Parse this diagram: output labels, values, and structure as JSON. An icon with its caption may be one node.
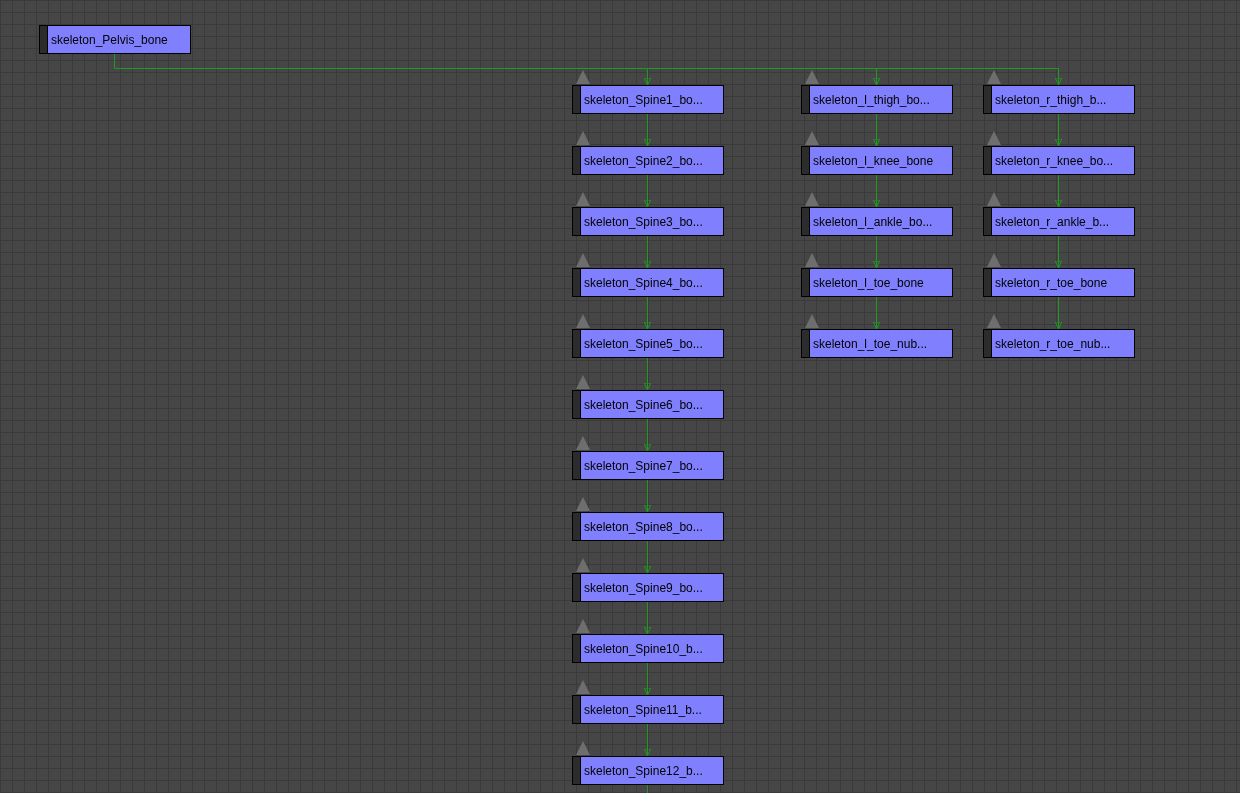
{
  "diagram": {
    "nodes": [
      {
        "text": [
          "skeleton_Pelvis_bone"
        ]
      },
      {
        "text": [
          "skeleton_Spine1_bo..."
        ]
      },
      {
        "text": [
          "skeleton_Spine2_bo..."
        ]
      },
      {
        "text": [
          "skeleton_Spine3_bo..."
        ]
      },
      {
        "text": [
          "skeleton_Spine4_bo..."
        ]
      },
      {
        "text": [
          "skeleton_Spine5_bo..."
        ]
      },
      {
        "text": [
          "skeleton_Spine6_bo..."
        ]
      },
      {
        "text": [
          "skeleton_Spine7_bo..."
        ]
      },
      {
        "text": [
          "skeleton_Spine8_bo..."
        ]
      },
      {
        "text": [
          "skeleton_Spine9_bo..."
        ]
      },
      {
        "text": [
          "skeleton_Spine10_b..."
        ]
      },
      {
        "text": [
          "skeleton_Spine11_b..."
        ]
      },
      {
        "text": [
          "skeleton_Spine12_b..."
        ]
      },
      {
        "text": [
          "skeleton_l_thigh_bo..."
        ]
      },
      {
        "text": [
          "skeleton_l_knee_bone"
        ]
      },
      {
        "text": [
          "skeleton_l_ankle_bo..."
        ]
      },
      {
        "text": [
          "skeleton_l_toe_bone"
        ]
      },
      {
        "text": [
          "skeleton_l_toe_nub..."
        ]
      },
      {
        "text": [
          "skeleton_r_thigh_b..."
        ]
      },
      {
        "text": [
          "skeleton_r_knee_bo..."
        ]
      },
      {
        "text": [
          "skeleton_r_ankle_b..."
        ]
      },
      {
        "text": [
          "skeleton_r_toe_bone"
        ]
      },
      {
        "text": [
          "skeleton_r_toe_nub..."
        ]
      }
    ],
    "edges": [
      {
        "from": 0,
        "to": 1,
        "arrow": "to"
      },
      {
        "from": 0,
        "to": 13,
        "arrow": "to"
      },
      {
        "from": 0,
        "to": 18,
        "arrow": "to"
      },
      {
        "from": 1,
        "to": 2,
        "arrow": "to"
      },
      {
        "from": 2,
        "to": 3,
        "arrow": "to"
      },
      {
        "from": 3,
        "to": 4,
        "arrow": "to"
      },
      {
        "from": 4,
        "to": 5,
        "arrow": "to"
      },
      {
        "from": 5,
        "to": 6,
        "arrow": "to"
      },
      {
        "from": 6,
        "to": 7,
        "arrow": "to"
      },
      {
        "from": 7,
        "to": 8,
        "arrow": "to"
      },
      {
        "from": 8,
        "to": 9,
        "arrow": "to"
      },
      {
        "from": 9,
        "to": 10,
        "arrow": "to"
      },
      {
        "from": 10,
        "to": 11,
        "arrow": "to"
      },
      {
        "from": 11,
        "to": 12,
        "arrow": "to"
      },
      {
        "from": 12,
        "to": null,
        "arrow": "none"
      },
      {
        "from": 13,
        "to": 14,
        "arrow": "to"
      },
      {
        "from": 14,
        "to": 15,
        "arrow": "to"
      },
      {
        "from": 15,
        "to": 16,
        "arrow": "to"
      },
      {
        "from": 16,
        "to": 17,
        "arrow": "to"
      },
      {
        "from": 18,
        "to": 19,
        "arrow": "to"
      },
      {
        "from": 19,
        "to": 20,
        "arrow": "to"
      },
      {
        "from": 20,
        "to": 21,
        "arrow": "to"
      },
      {
        "from": 21,
        "to": 22,
        "arrow": "to"
      }
    ]
  }
}
